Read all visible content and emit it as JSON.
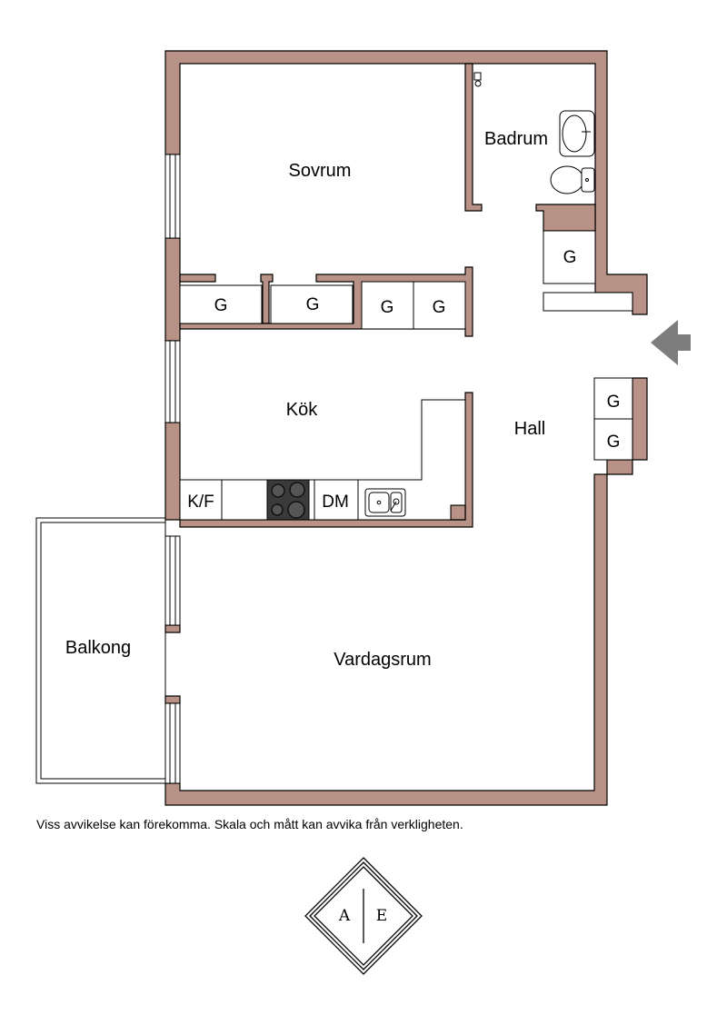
{
  "colors": {
    "wall": "#b99287",
    "outline": "#000000",
    "floor": "#ffffff",
    "entrance_arrow": "#7d7d7d",
    "stove": "#3a3a3a"
  },
  "rooms": {
    "sovrum": "Sovrum",
    "badrum": "Badrum",
    "kok": "Kök",
    "hall": "Hall",
    "vardagsrum": "Vardagsrum",
    "balkong": "Balkong"
  },
  "storage_label": "G",
  "appliances": {
    "fridge_freezer": "K/F",
    "dishwasher": "DM"
  },
  "disclaimer": "Viss avvikelse kan förekomma. Skala och mått kan avvika från verkligheten.",
  "logo": {
    "left_letter": "A",
    "right_letter": "E"
  }
}
